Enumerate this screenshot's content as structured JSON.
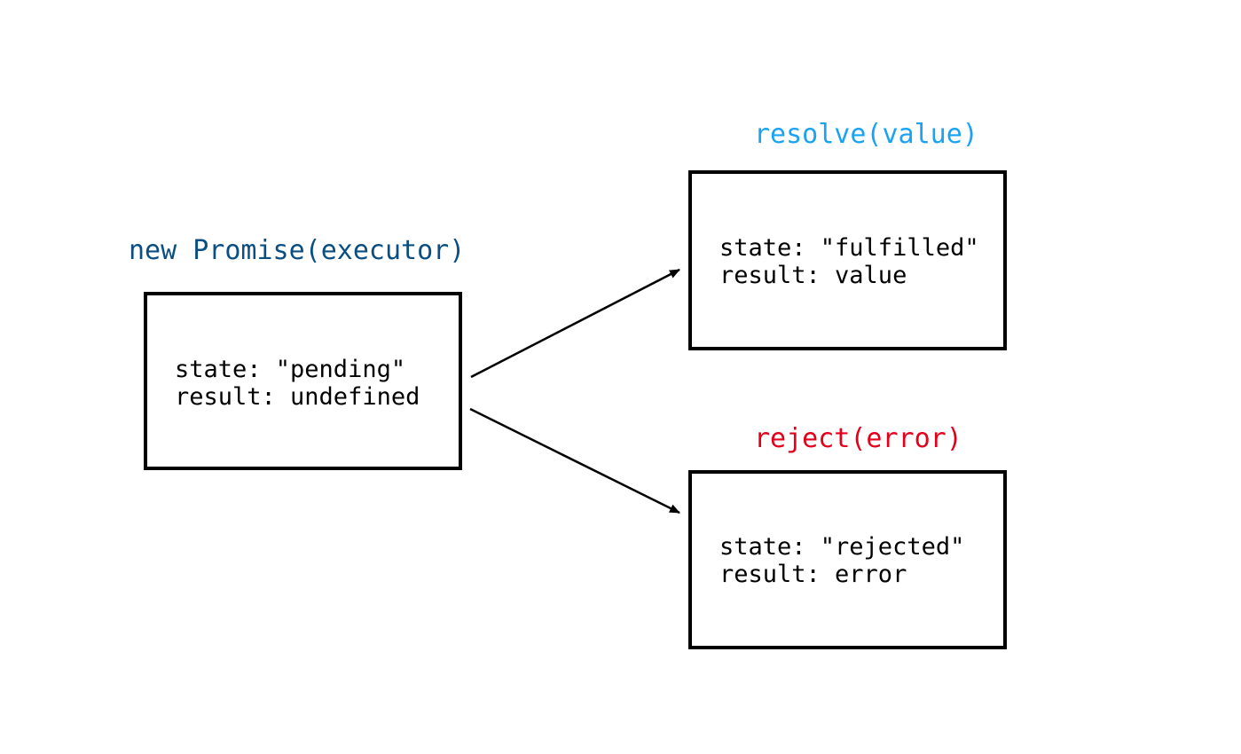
{
  "colors": {
    "constructor": "#0b4f82",
    "resolve": "#1aa3f2",
    "reject": "#e3001b",
    "box_border": "#000000"
  },
  "pending": {
    "caption": "new Promise(executor)",
    "state_line": "state: \"pending\"",
    "result_line": "result: undefined"
  },
  "fulfilled": {
    "caption": "resolve(value)",
    "state_line": "state: \"fulfilled\"",
    "result_line": "result: value"
  },
  "rejected": {
    "caption": "reject(error)",
    "state_line": "state: \"rejected\"",
    "result_line": "result: error"
  }
}
